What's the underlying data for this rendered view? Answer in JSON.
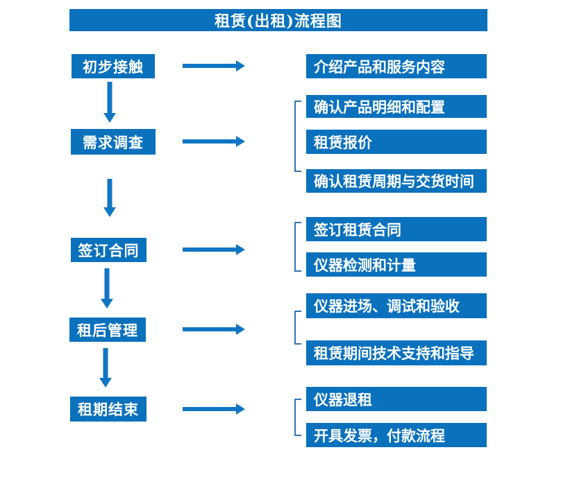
{
  "title": "租赁(出租)流程图",
  "colors": {
    "box_blue": "#0a71bd",
    "arrow_blue": "#0f76c4",
    "bracket_blue": "#2e75b6",
    "text_white": "#ffffff",
    "background": "#ffffff"
  },
  "stages": [
    {
      "label": "初步接触",
      "details": [
        "介绍产品和服务内容"
      ]
    },
    {
      "label": "需求调查",
      "details": [
        "确认产品明细和配置",
        "租赁报价",
        "确认租赁周期与交货时间"
      ]
    },
    {
      "label": "签订合同",
      "details": [
        "签订租赁合同",
        "仪器检测和计量"
      ]
    },
    {
      "label": "租后管理",
      "details": [
        "仪器进场、调试和验收",
        "租赁期间技术支持和指导"
      ]
    },
    {
      "label": "租期结束",
      "details": [
        "仪器退租",
        "开具发票，付款流程"
      ]
    }
  ]
}
